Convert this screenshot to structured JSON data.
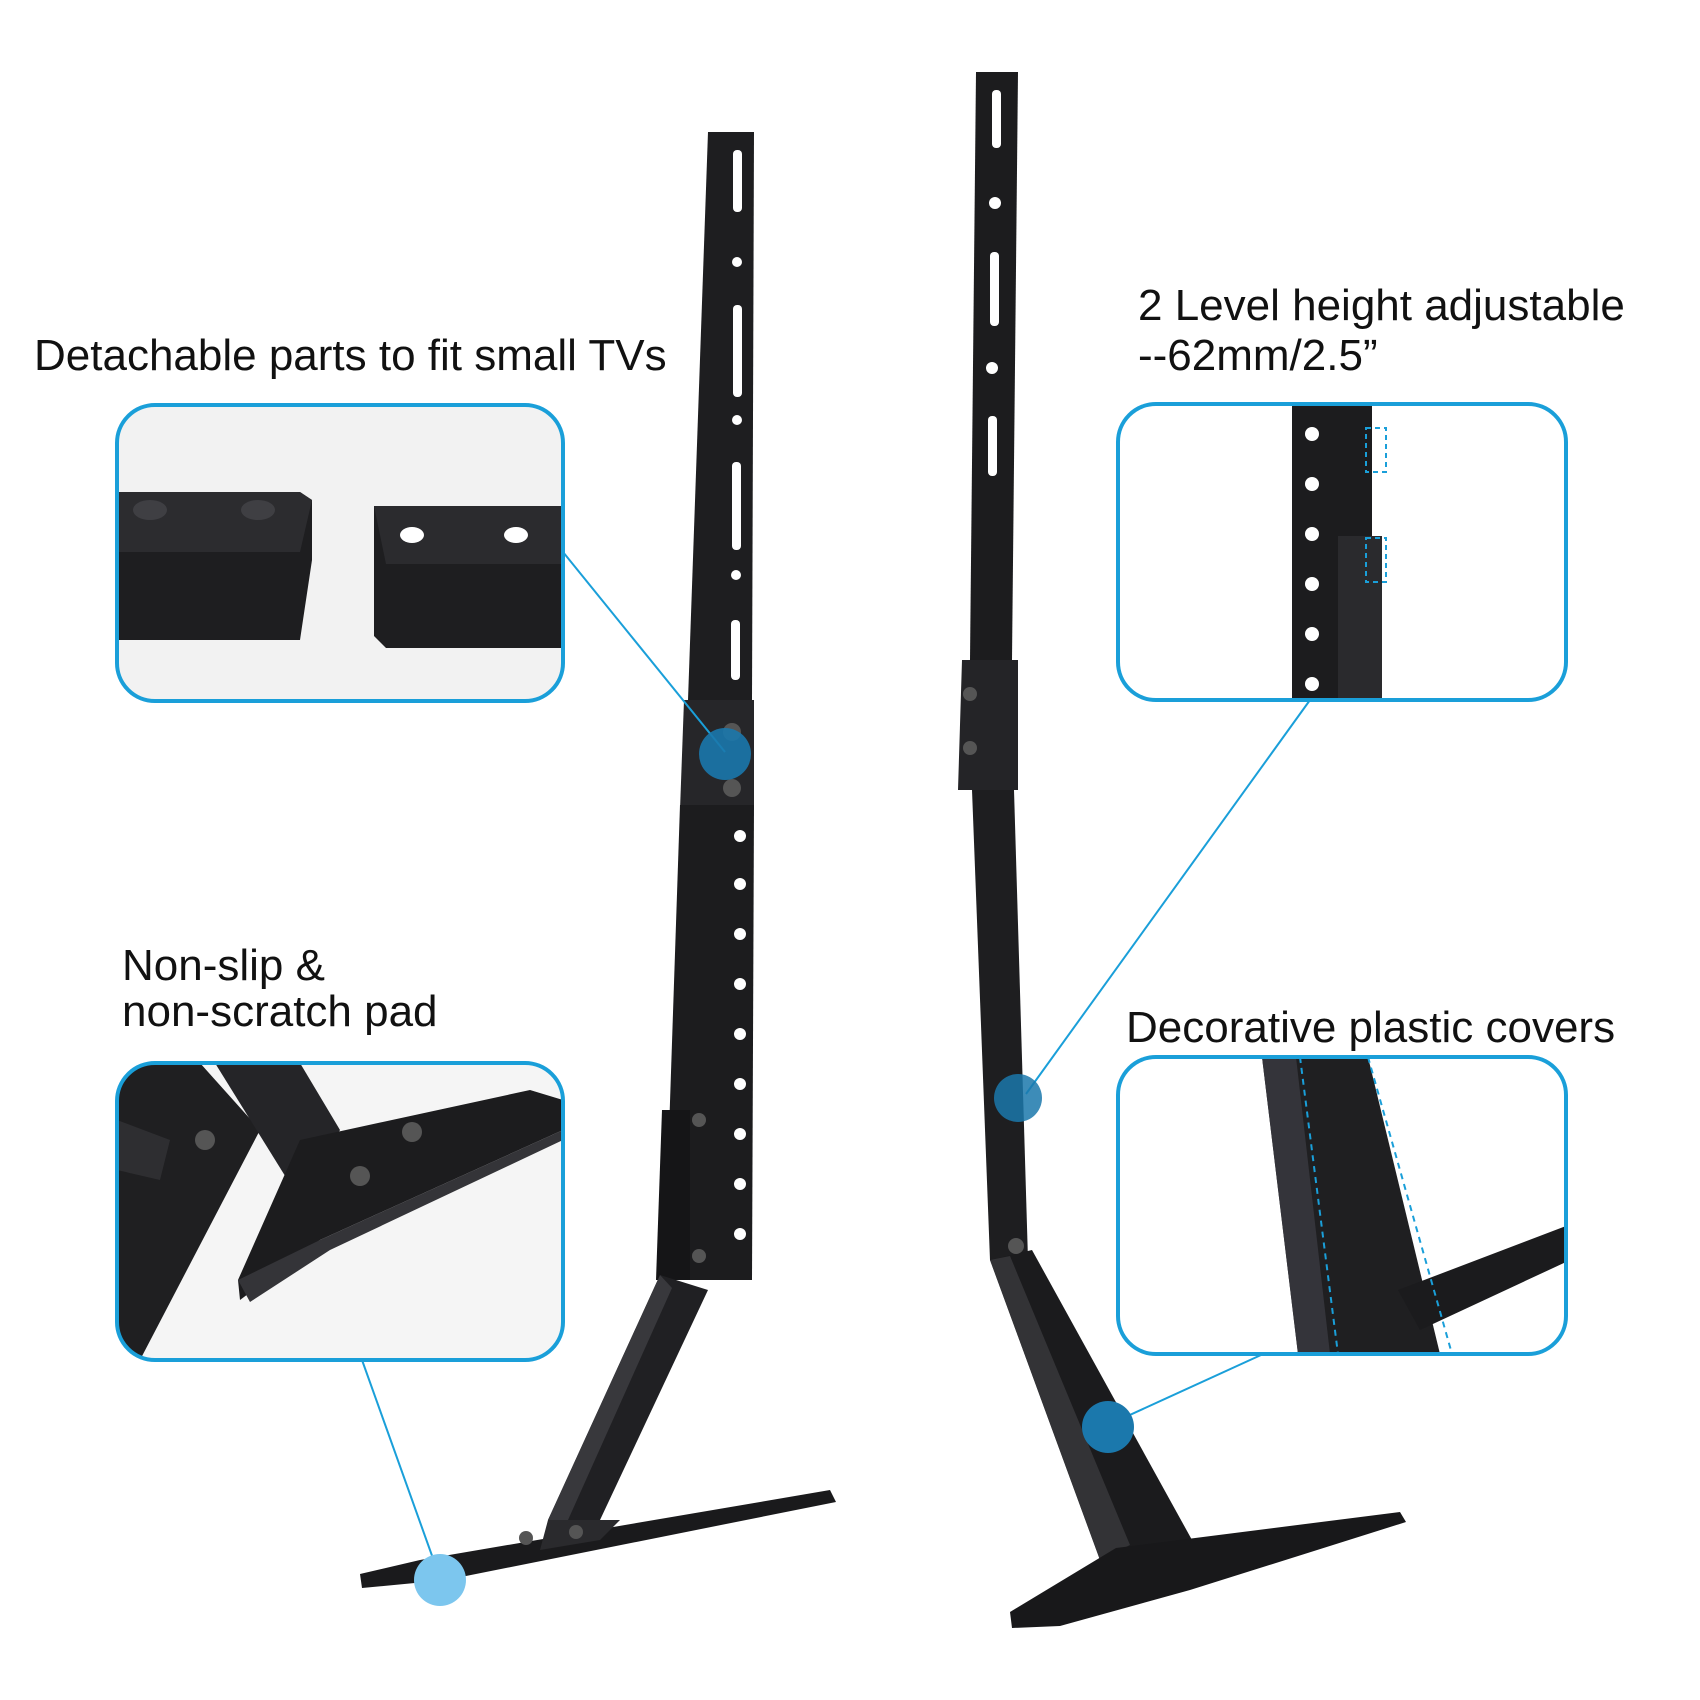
{
  "annotations": {
    "detachable": {
      "text": "Detachable parts to fit small TVs"
    },
    "height": {
      "line1": "2 Level height adjustable",
      "line2": "--62mm/2.5”"
    },
    "pad": {
      "line1": "Non-slip &",
      "line2": "non-scratch pad"
    },
    "covers": {
      "text": "Decorative plastic covers"
    }
  },
  "colors": {
    "accent": "#1a9fd9",
    "callout_border": "#1a9fd9",
    "marker_dark": "#1b78ac",
    "marker_light": "#7cc6ee",
    "metal": "#1d1d1f",
    "metal_edge": "#3a3a3d"
  }
}
